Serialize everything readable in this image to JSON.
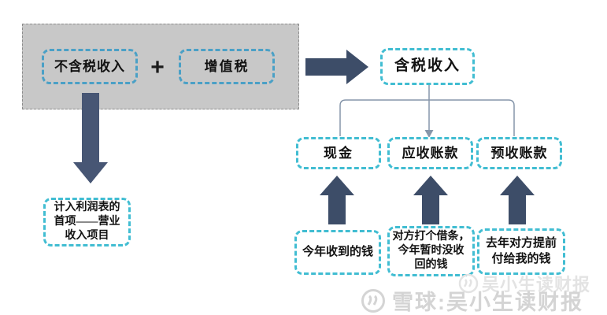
{
  "formula": {
    "untaxed": "不含税收入",
    "plus": "+",
    "vat": "增值税",
    "taxed": "含税收入"
  },
  "left_flow": {
    "note": "计入利润表的\n首项——营业\n收入项目"
  },
  "accounts": {
    "cash": "现金",
    "receivable": "应收账款",
    "advance": "预收账款"
  },
  "sources": {
    "cash": "今年收到的钱",
    "receivable": "对方打个借条，\n今年暂时没收\n回的钱",
    "advance": "去年对方提前\n付给我的钱"
  },
  "watermarks": {
    "ghost": "吴小生读财报",
    "footer": "雪球:吴小生读财报"
  },
  "colors": {
    "panel_bg": "#c8c8c8",
    "dash_blue_on_gray": "#4aa0c6",
    "dash_teal": "#41bdd2",
    "block_arrow": "#3d4d68",
    "down_arrow": "#475674",
    "connector_line": "#8696aa",
    "watermark_gray": "#d4d4d4"
  }
}
